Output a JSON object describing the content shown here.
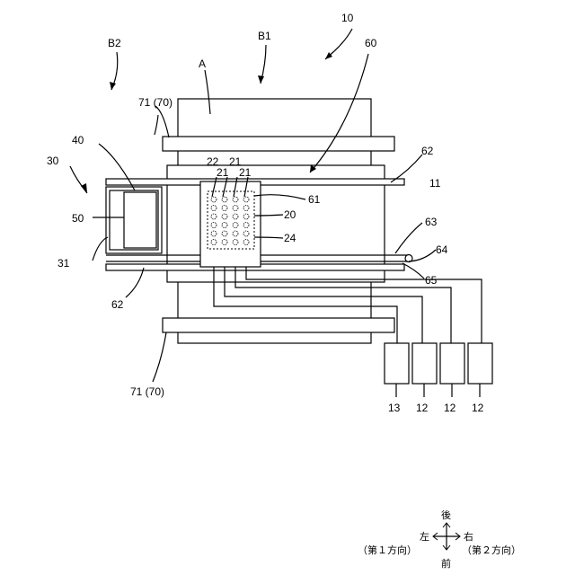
{
  "labels": {
    "n10": "10",
    "b1": "B1",
    "b2": "B2",
    "a": "A",
    "n60": "60",
    "n71_top": "71 (70)",
    "n71_bottom": "71 (70)",
    "n40": "40",
    "n30": "30",
    "n50": "50",
    "n31": "31",
    "n22": "22",
    "n21a": "21",
    "n21b": "21",
    "n21c": "21",
    "n61": "61",
    "n20": "20",
    "n24": "24",
    "n62_top": "62",
    "n62_bottom": "62",
    "n11": "11",
    "n63": "63",
    "n64": "64",
    "n65": "65",
    "n13": "13",
    "n12a": "12",
    "n12b": "12",
    "n12c": "12"
  },
  "compass": {
    "back": "後",
    "front": "前",
    "left": "左",
    "right": "右",
    "left_note": "（第１方向）",
    "right_note": "（第２方向）"
  }
}
